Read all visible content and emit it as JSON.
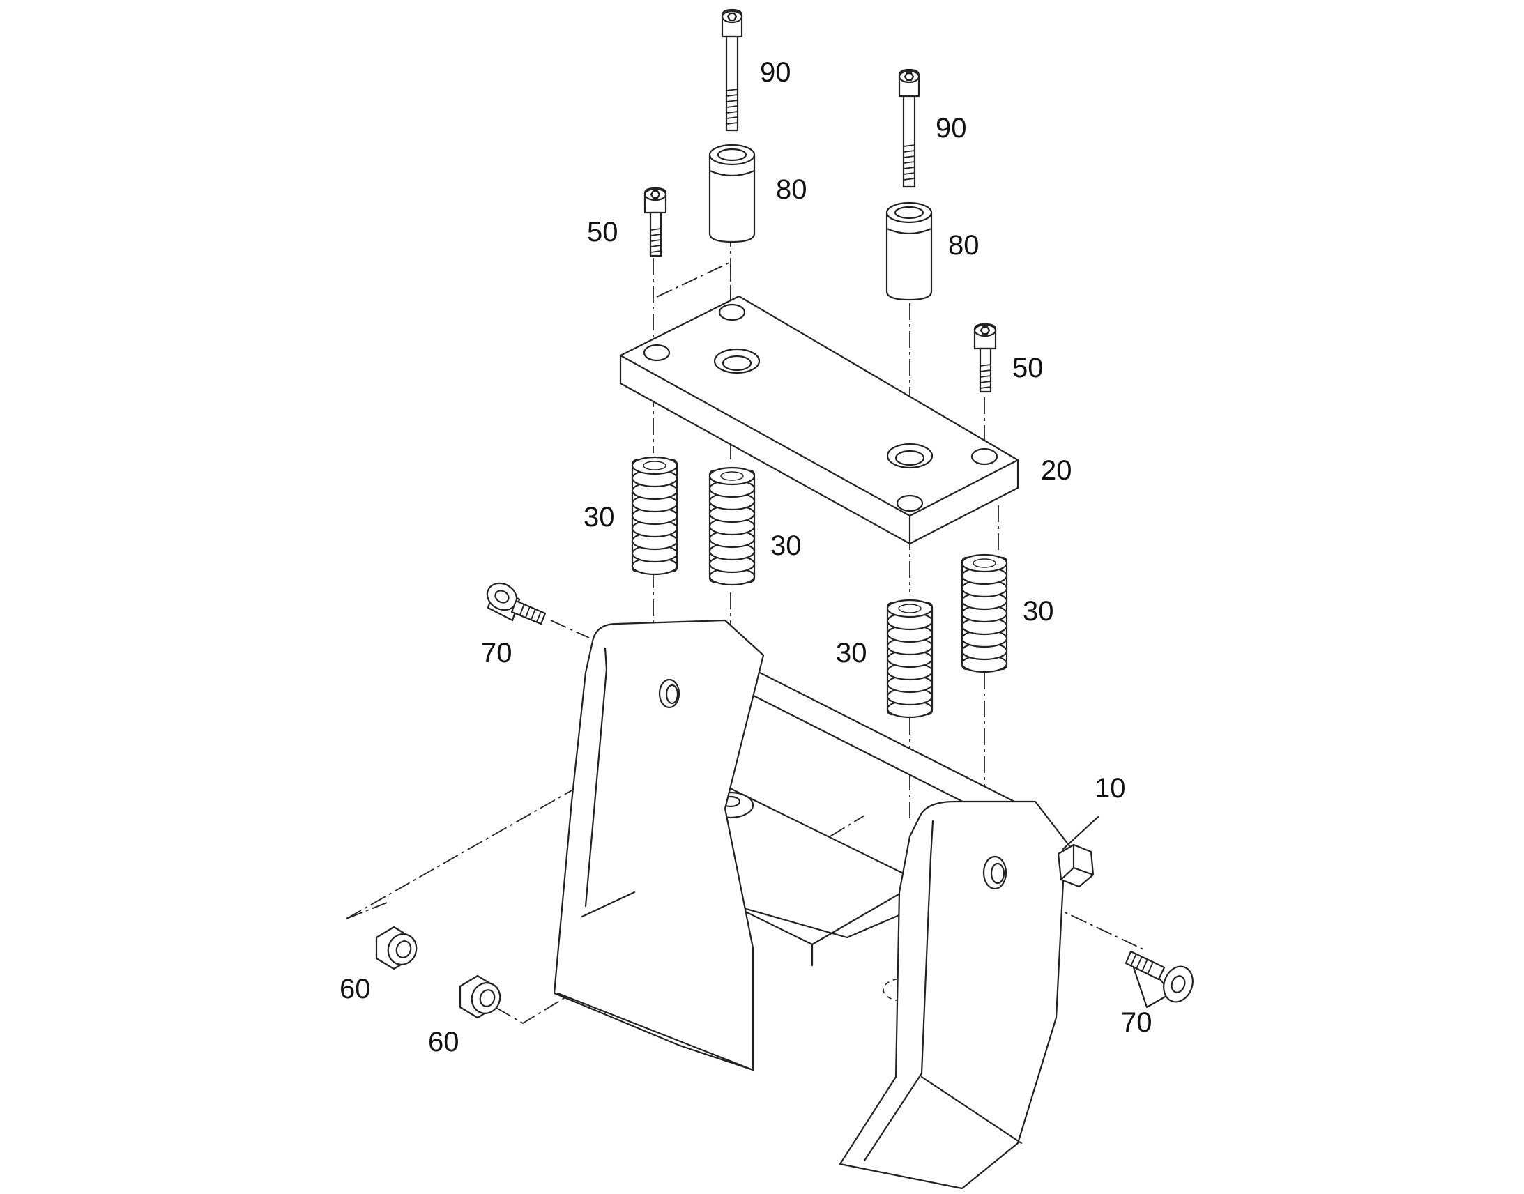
{
  "callouts": {
    "part_10": "10",
    "part_20": "20",
    "part_30_a": "30",
    "part_30_b": "30",
    "part_30_c": "30",
    "part_30_d": "30",
    "part_50_a": "50",
    "part_50_b": "50",
    "part_60_a": "60",
    "part_60_b": "60",
    "part_70_a": "70",
    "part_70_b": "70",
    "part_80_a": "80",
    "part_80_b": "80",
    "part_90_a": "90",
    "part_90_b": "90"
  },
  "colors": {
    "line": "#222222",
    "background": "#ffffff"
  }
}
